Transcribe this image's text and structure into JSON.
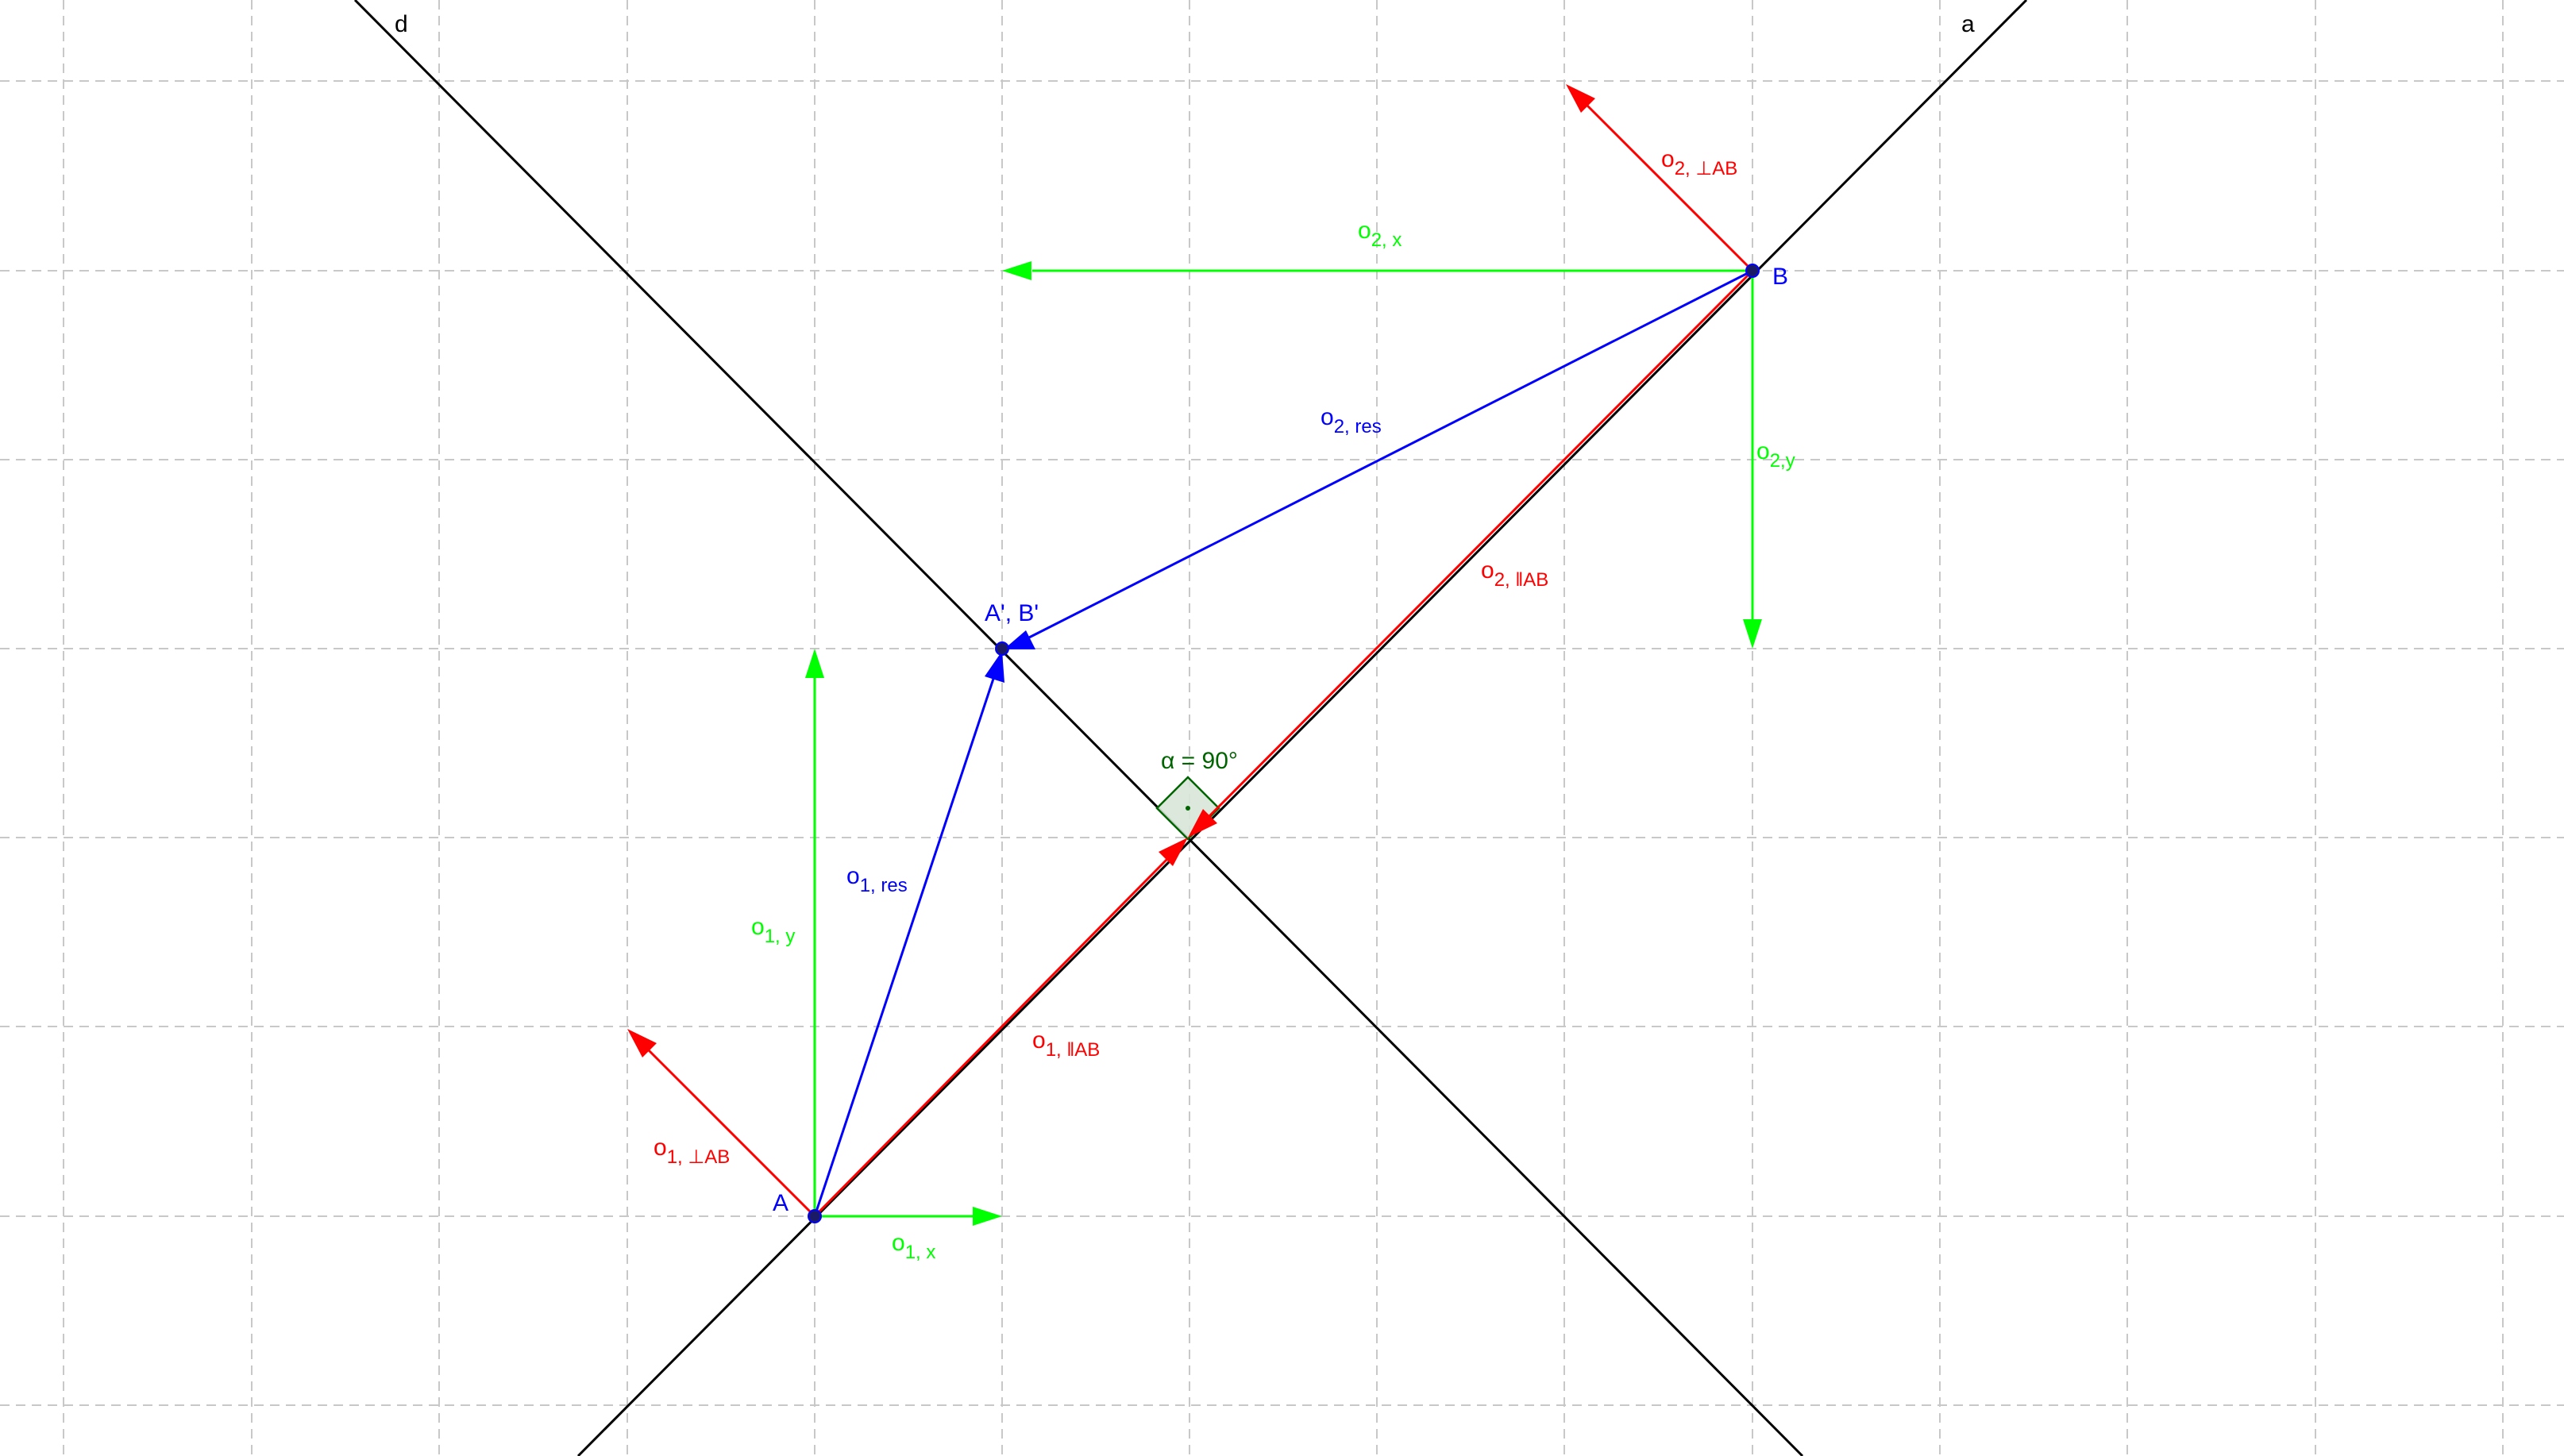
{
  "lines": {
    "d": {
      "label": "d",
      "color": "#000000"
    },
    "a": {
      "label": "a",
      "color": "#000000"
    }
  },
  "points": {
    "A": {
      "label": "A",
      "color": "#0000ff"
    },
    "B": {
      "label": "B",
      "color": "#0000ff"
    },
    "P": {
      "label": "A', B'",
      "color": "#0000ff"
    }
  },
  "angle": {
    "label": "α = 90°",
    "color": "#006400"
  },
  "vectors": {
    "o1_x": {
      "main": "o",
      "sub": "1, x",
      "color": "#00ff00"
    },
    "o1_y": {
      "main": "o",
      "sub": "1, y",
      "color": "#00ff00"
    },
    "o1_res": {
      "main": "o",
      "sub": "1, res",
      "color": "#0000ff"
    },
    "o1_par": {
      "main": "o",
      "sub": "1, ‖AB",
      "color": "#ff0000"
    },
    "o1_perp": {
      "main": "o",
      "sub": "1, ⊥AB",
      "color": "#ff0000"
    },
    "o2_x": {
      "main": "o",
      "sub": "2, x",
      "color": "#00ff00"
    },
    "o2_y": {
      "main": "o",
      "sub": "2,y",
      "color": "#00ff00"
    },
    "o2_res": {
      "main": "o",
      "sub": "2, res",
      "color": "#0000ff"
    },
    "o2_par": {
      "main": "o",
      "sub": "2, ‖AB",
      "color": "#ff0000"
    },
    "o2_perp": {
      "main": "o",
      "sub": "2, ⊥AB",
      "color": "#ff0000"
    }
  },
  "grid": {
    "visible": true,
    "style": "dashed",
    "color": "#c8c8c8"
  }
}
